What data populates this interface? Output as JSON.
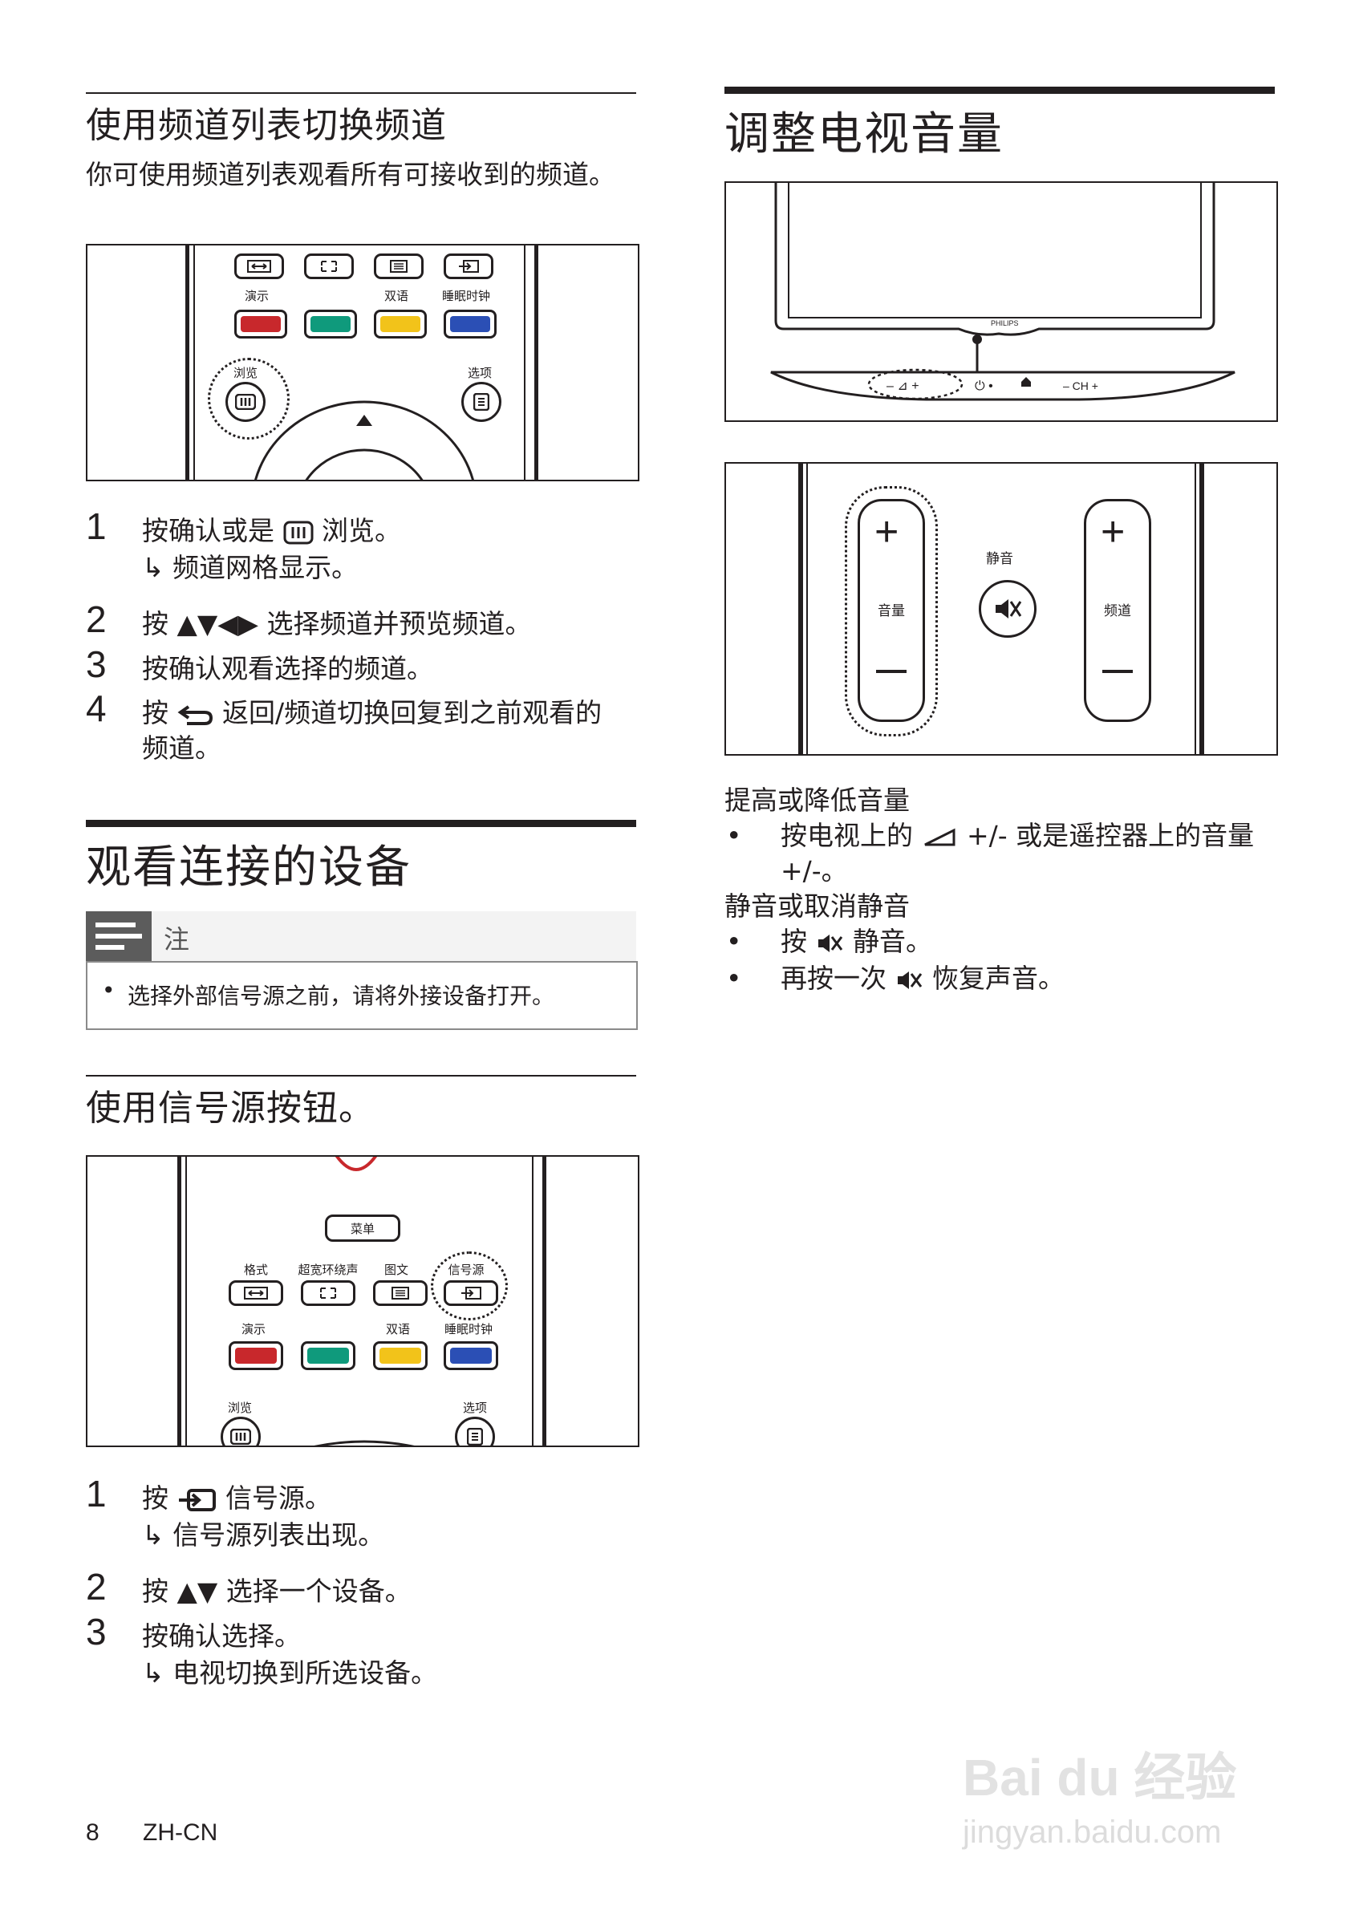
{
  "left": {
    "section1": {
      "title": "使用频道列表切换频道",
      "intro": "你可使用频道列表观看所有可接收到的频道。",
      "figure": {
        "demo": "演示",
        "dual": "双语",
        "sleep": "睡眠时钟",
        "browse": "浏览",
        "options": "选项"
      },
      "steps": [
        {
          "num": "1",
          "text_before": "按确认或是",
          "text_after": "浏览。",
          "result": "频道网格显示。"
        },
        {
          "num": "2",
          "text": "按 ▲▼◀▶ 选择频道并预览频道。"
        },
        {
          "num": "3",
          "text": "按确认观看选择的频道。"
        },
        {
          "num": "4",
          "text_before": "按",
          "text_after": "返回/频道切换回复到之前观看的频道。"
        }
      ]
    },
    "section2": {
      "title": "观看连接的设备",
      "note_label": "注",
      "note_text": "选择外部信号源之前，请将外接设备打开。"
    },
    "section3": {
      "title": "使用信号源按钮。",
      "figure": {
        "menu": "菜单",
        "format": "格式",
        "surround": "超宽环绕声",
        "teletext": "图文",
        "source": "信号源",
        "demo": "演示",
        "dual": "双语",
        "sleep": "睡眠时钟",
        "browse": "浏览",
        "options": "选项"
      },
      "steps": [
        {
          "num": "1",
          "text_before": "按",
          "text_after": "信号源。",
          "result": "信号源列表出现。"
        },
        {
          "num": "2",
          "text": "按 ▲▼ 选择一个设备。"
        },
        {
          "num": "3",
          "text": "按确认选择。",
          "result": "电视切换到所选设备。"
        }
      ]
    }
  },
  "right": {
    "title": "调整电视音量",
    "tv_figure": {
      "brand": "PHILIPS",
      "ch": "CH"
    },
    "keys_figure": {
      "volume": "音量",
      "mute": "静音",
      "channel": "频道"
    },
    "text": {
      "head1": "提高或降低音量",
      "bullet1_before": "按电视上的",
      "bullet1_after": "+/- 或是遥控器上的音量+/-。",
      "head2": "静音或取消静音",
      "bullet2_before": "按",
      "bullet2_after": "静音。",
      "bullet3_before": "再按一次",
      "bullet3_after": "恢复声音。"
    }
  },
  "footer": {
    "page": "8",
    "lang": "ZH-CN"
  },
  "watermark": {
    "brand": "Bai du 经验",
    "url": "jingyan.baidu.com"
  },
  "colors": {
    "red": "#c8282c",
    "green": "#0f9a7c",
    "yellow": "#f2c31a",
    "blue": "#2b4fb5",
    "text": "#231f20"
  }
}
